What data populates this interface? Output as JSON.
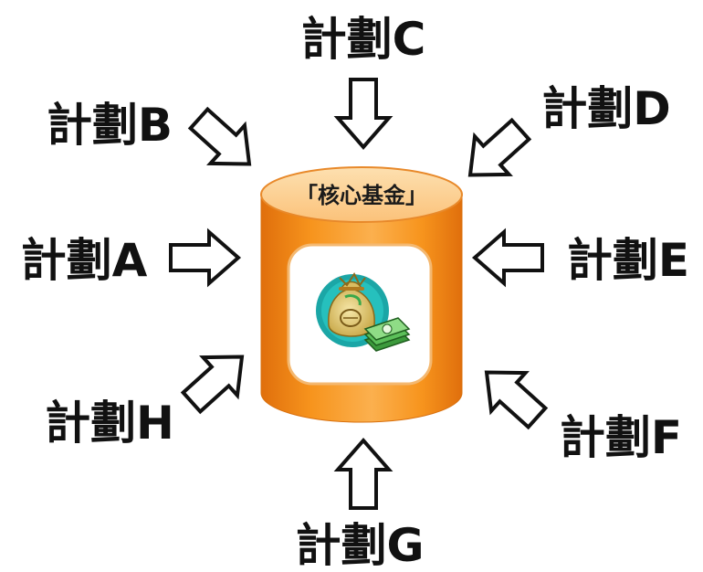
{
  "core": {
    "label": "「核心基金」",
    "icon": "money-bag-with-cash-icon",
    "colors": {
      "cylinder": "#f7941d",
      "cylinder_dark": "#e07410",
      "cylinder_light": "#fbb45a",
      "icon_ring": "#1ba6a6"
    }
  },
  "plans": {
    "a": "計劃A",
    "b": "計劃B",
    "c": "計劃C",
    "d": "計劃D",
    "e": "計劃E",
    "f": "計劃F",
    "g": "計劃G",
    "h": "計劃H"
  }
}
